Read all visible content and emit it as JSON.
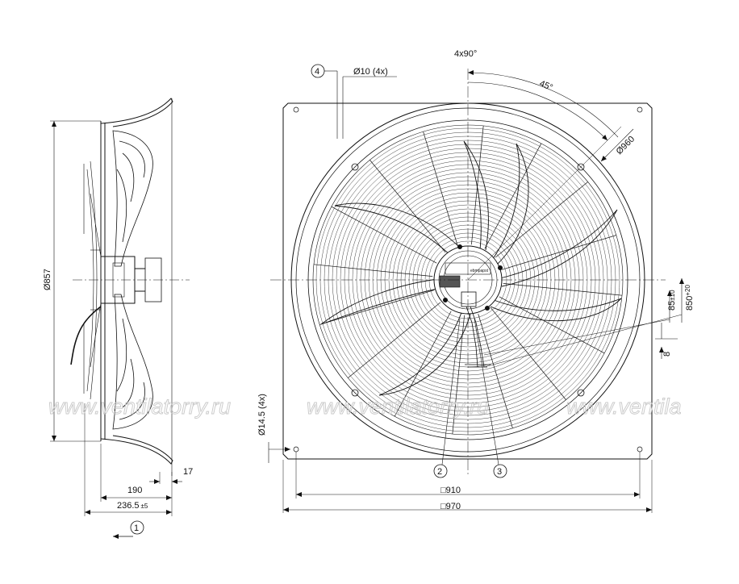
{
  "side_view": {
    "diameter_label": "Ø857",
    "depth_label": "190",
    "flange_label": "17",
    "overall_depth_label": "236.5",
    "overall_depth_tol": "±5",
    "callout_airflow": "1"
  },
  "front_view": {
    "angle_spacing_label": "4x90°",
    "angle_offset_label": "45°",
    "ring_diameter_label": "Ø960",
    "slot_callout": "4",
    "slot_label": "Ø10 (4x)",
    "corner_hole_label": "Ø14.5 (4x)",
    "square_inner_label": "□910",
    "square_outer_label": "□970",
    "callout_2": "2",
    "callout_3": "3",
    "cable_length_label": "850",
    "cable_length_tol": "+20",
    "strip_length_label": "85",
    "strip_length_tol": "±10",
    "ferrule_label": "8"
  },
  "watermark": {
    "text_1": "www.ventilatorry.ru",
    "text_2": "www.ventilatorry.ru",
    "text_3": "www.ventila"
  },
  "colors": {
    "line": "#111111",
    "watermark": "#c9c9c9"
  }
}
